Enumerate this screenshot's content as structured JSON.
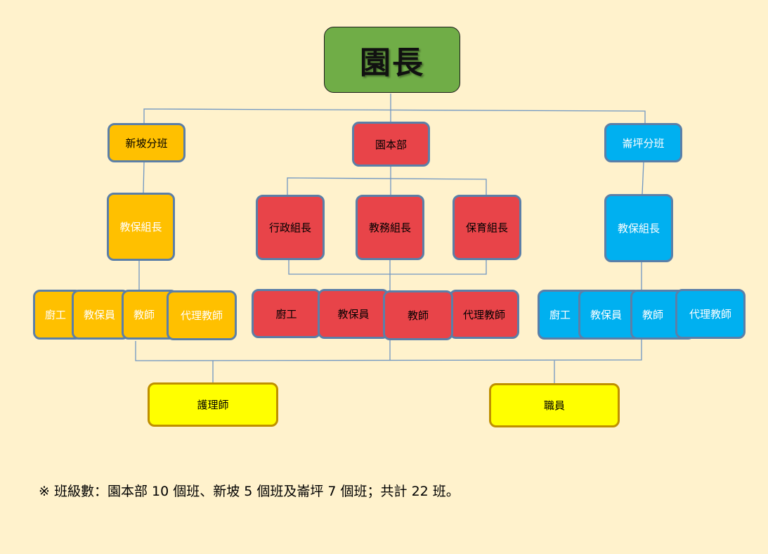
{
  "top": {
    "label": "園長"
  },
  "branches": {
    "xinpo": "新坡分班",
    "main": "園本部",
    "nanping": "崙坪分班"
  },
  "level3": {
    "xinpo_lead": "教保組長",
    "admin_lead": "行政組長",
    "affairs_lead": "教務組長",
    "care_lead": "保育組長",
    "nanping_lead": "教保組長"
  },
  "staff": {
    "xinpo": [
      "廚工",
      "教保員",
      "教師",
      "代理教師"
    ],
    "main": [
      "廚工",
      "教保員",
      "教師",
      "代理教師"
    ],
    "nanping": [
      "廚工",
      "教保員",
      "教師",
      "代理教師"
    ]
  },
  "support": {
    "nurse": "護理師",
    "clerk": "職員"
  },
  "footnote": "※  班級數：園本部 10 個班、新坡 5 個班及崙坪 7 個班；共計 22 班。",
  "colors": {
    "background": "#fff2cc",
    "top": "#70ad47",
    "xinpo": "#ffc000",
    "main": "#e84449",
    "nanping": "#00b0f0",
    "support": "#ffff00",
    "connector": "#6f96c2"
  }
}
